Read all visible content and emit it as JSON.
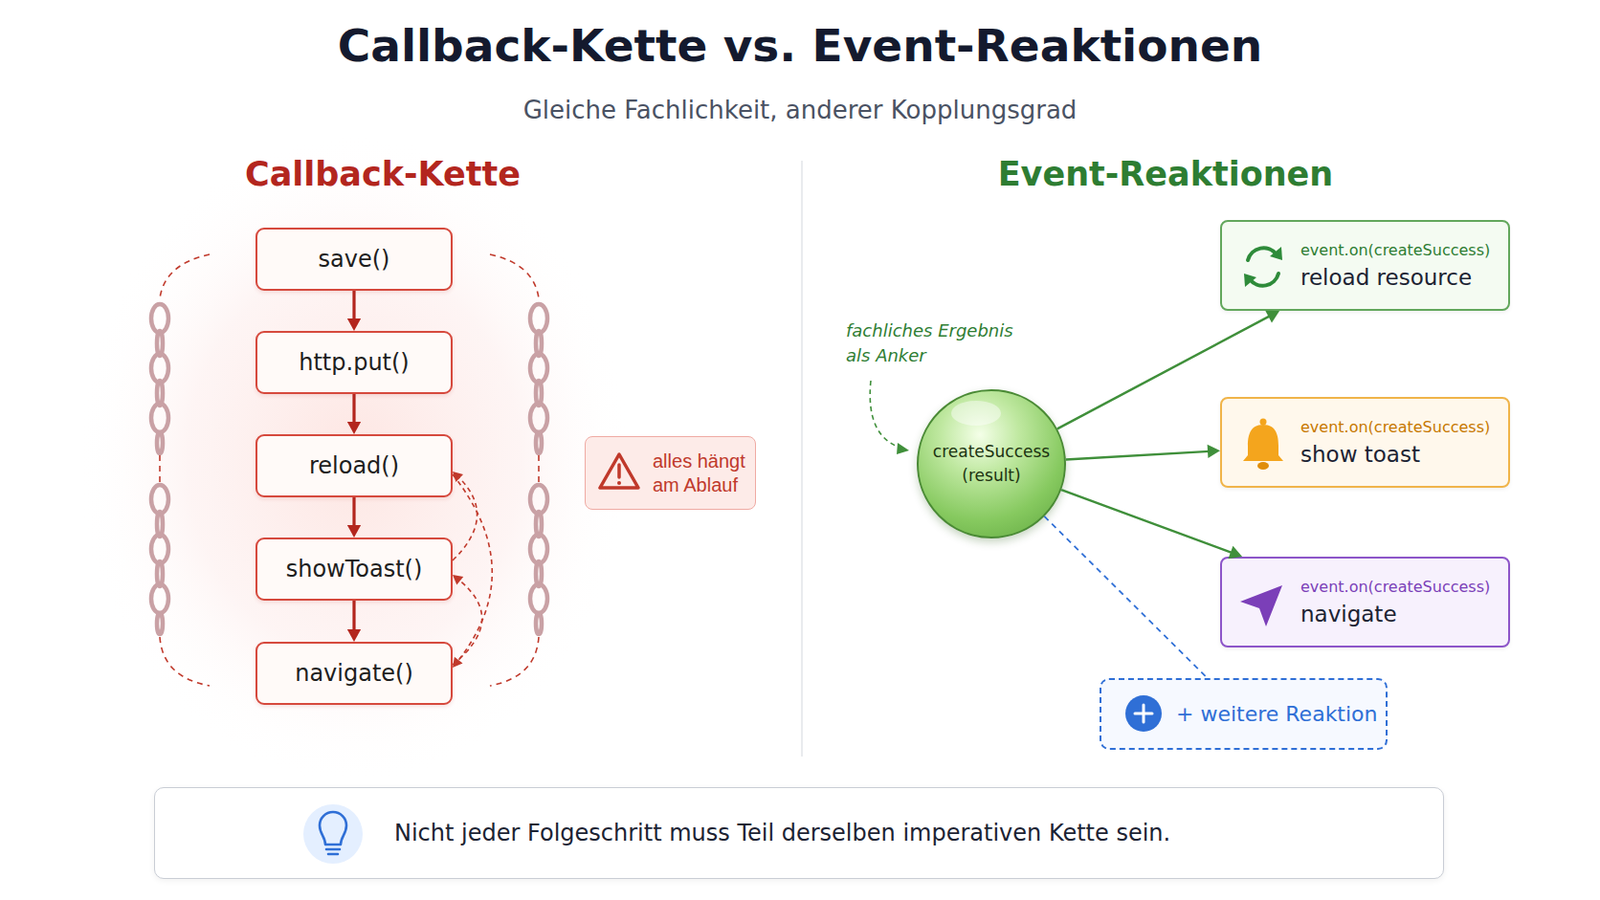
{
  "diagram": {
    "title": "Callback-Kette vs. Event-Reaktionen",
    "caption": "Gleiche Fachlichkeit, anderer Kopplungsgrad",
    "nodes": [
      {
        "text": [
          "save()"
        ]
      },
      {
        "text": [
          "http.put()"
        ]
      },
      {
        "text": [
          "reload()"
        ]
      },
      {
        "text": [
          "showToast()"
        ]
      },
      {
        "text": [
          "navigate()"
        ]
      },
      {
        "text": [
          "alles hängt am Ablauf"
        ]
      },
      {
        "text": [
          "createSuccess (result)"
        ]
      },
      {
        "text": [
          "event.on(createSuccess)",
          "reload resource"
        ]
      },
      {
        "text": [
          "event.on(createSuccess)",
          "show toast"
        ]
      },
      {
        "text": [
          "event.on(createSuccess)",
          "navigate"
        ]
      },
      {
        "text": [
          "+ weitere Reaktion"
        ]
      },
      {
        "text": [
          "Nicht jeder Folgeschritt muss Teil derselben imperativen Kette sein."
        ]
      }
    ],
    "edges": [
      {
        "from": 0,
        "to": 1,
        "arrow": "to"
      },
      {
        "from": 1,
        "to": 2,
        "arrow": "to"
      },
      {
        "from": 2,
        "to": 3,
        "arrow": "to"
      },
      {
        "from": 3,
        "to": 4,
        "arrow": "to"
      },
      {
        "from": 3,
        "to": 2,
        "arrow": "to"
      },
      {
        "from": 2,
        "to": 4,
        "arrow": "to"
      },
      {
        "from": 4,
        "to": 3,
        "arrow": "to"
      },
      {
        "from": 6,
        "to": 7,
        "arrow": "to"
      },
      {
        "from": 6,
        "to": 8,
        "arrow": "to"
      },
      {
        "from": 6,
        "to": 9,
        "arrow": "to"
      },
      {
        "from": 6,
        "to": 10,
        "arrow": "none"
      }
    ],
    "labels": [
      "Callback-Kette",
      "Event-Reaktionen",
      "fachliches Ergebnis als Anker"
    ]
  }
}
